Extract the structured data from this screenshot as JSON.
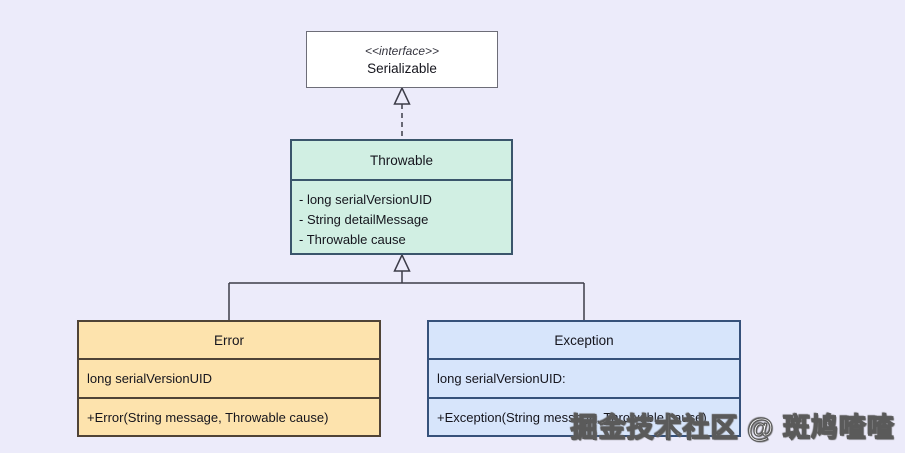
{
  "diagram": {
    "type": "uml-class-diagram",
    "background_color": "#ecebfa",
    "classes": [
      {
        "id": "serializable",
        "stereotype": "<<interface>>",
        "name": "Serializable",
        "attributes": [],
        "methods": [],
        "fill": "#ffffff",
        "border": "#6d6d78"
      },
      {
        "id": "throwable",
        "name": "Throwable",
        "attributes": [
          "- long serialVersionUID",
          "- String detailMessage",
          "- Throwable cause"
        ],
        "methods": [],
        "fill": "#d1efe3",
        "border": "#3a556b"
      },
      {
        "id": "error",
        "name": "Error",
        "attributes": [
          "long serialVersionUID"
        ],
        "methods": [
          "+Error(String message, Throwable cause)"
        ],
        "fill": "#fde3ad",
        "border": "#4f4336"
      },
      {
        "id": "exception",
        "name": "Exception",
        "attributes": [
          "long serialVersionUID:"
        ],
        "methods": [
          "+Exception(String message, Throwable cause)"
        ],
        "fill": "#d7e5fb",
        "border": "#36517a"
      }
    ],
    "relations": [
      {
        "type": "realization",
        "from": "Throwable",
        "to": "Serializable",
        "style": "dashed-line-hollow-triangle"
      },
      {
        "type": "generalization",
        "from": "Error",
        "to": "Throwable",
        "style": "solid-line-hollow-triangle"
      },
      {
        "type": "generalization",
        "from": "Exception",
        "to": "Throwable",
        "style": "solid-line-hollow-triangle"
      }
    ],
    "watermark": "掘金技术社区 @ 斑鸠喳喳"
  }
}
